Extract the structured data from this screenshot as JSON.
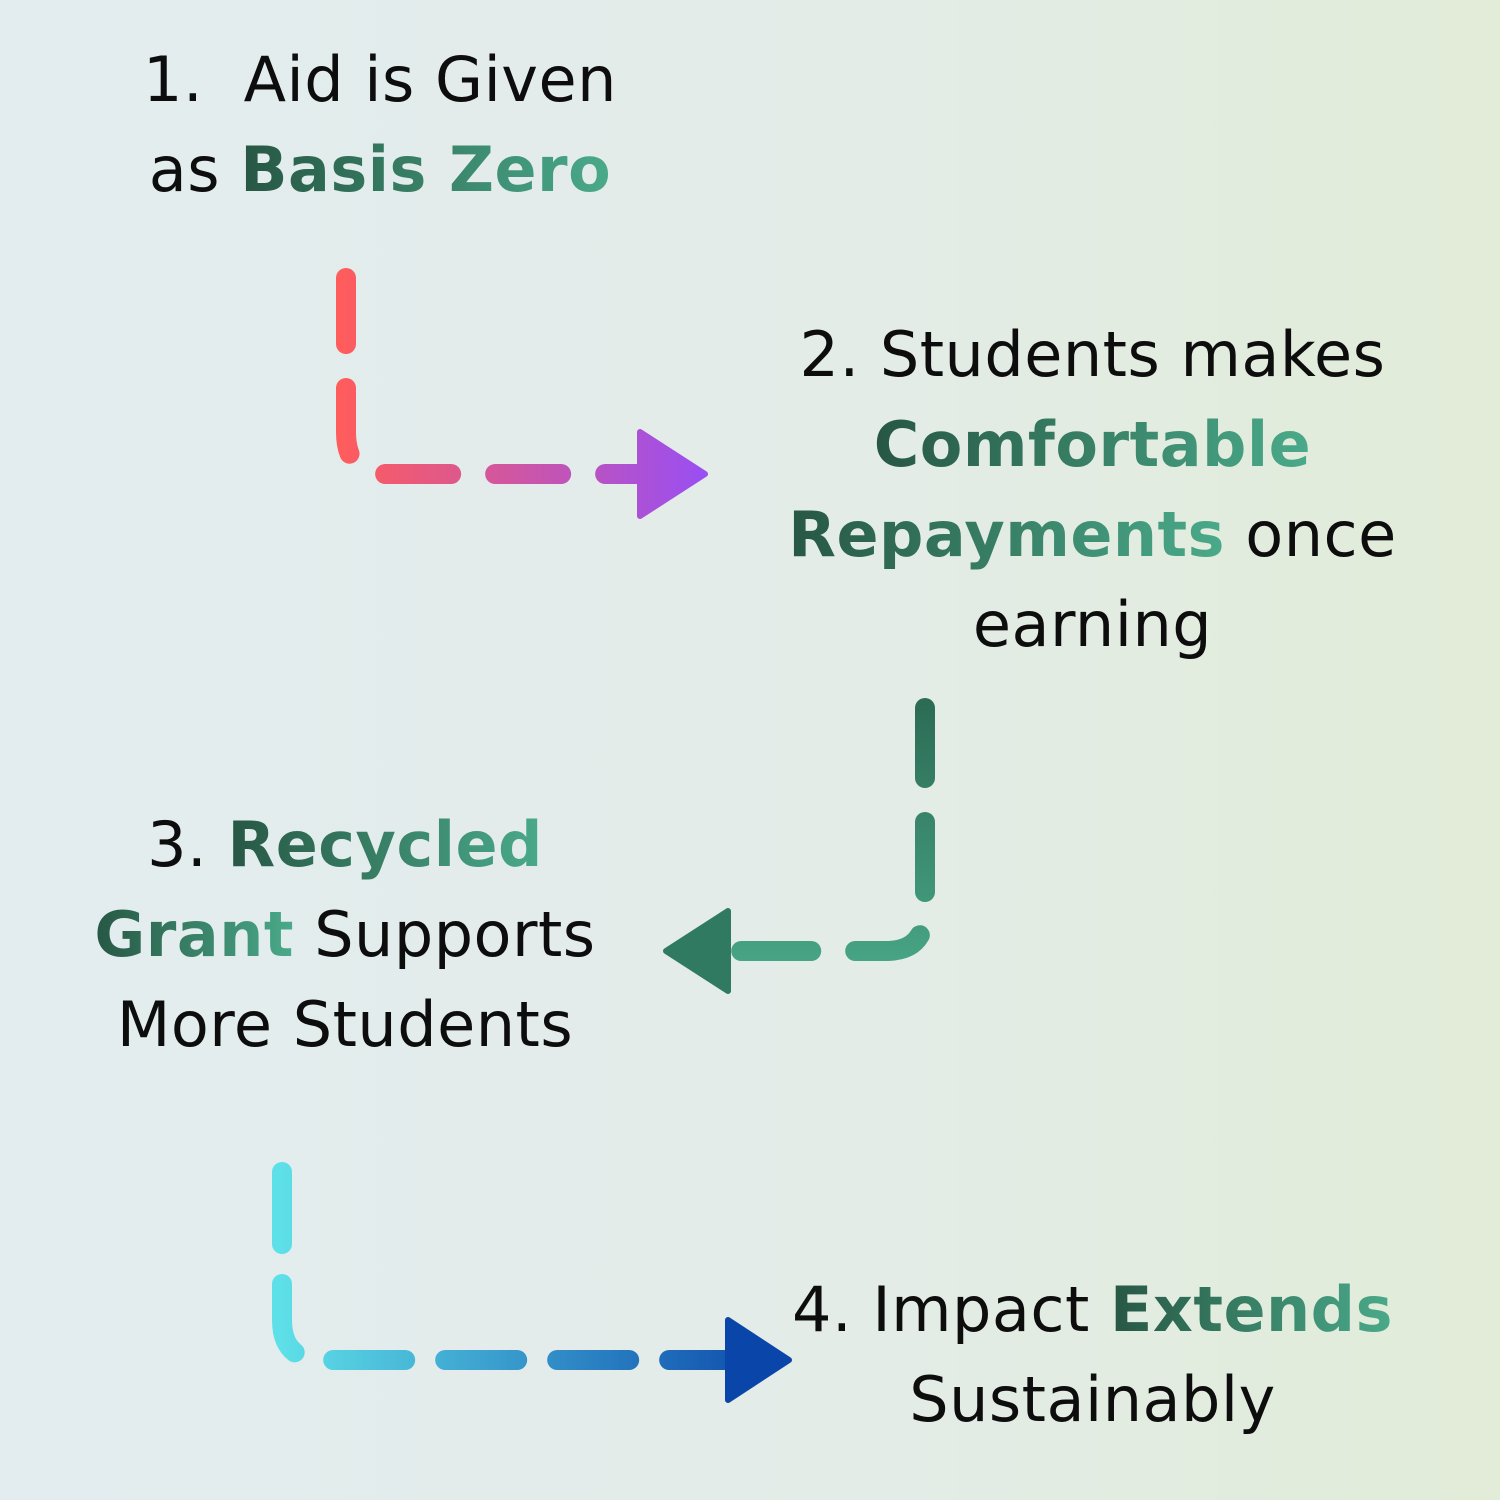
{
  "steps": [
    {
      "lines": [
        {
          "parts": [
            {
              "text": "1.  Aid is Given",
              "hl": false
            }
          ]
        },
        {
          "parts": [
            {
              "text": "as ",
              "hl": false
            },
            {
              "text": "Basis Zero",
              "hl": true
            }
          ]
        }
      ]
    },
    {
      "lines": [
        {
          "parts": [
            {
              "text": "2. Students makes",
              "hl": false
            }
          ]
        },
        {
          "parts": [
            {
              "text": "Comfortable",
              "hl": true
            }
          ]
        },
        {
          "parts": [
            {
              "text": "Repayments",
              "hl": true
            },
            {
              "text": " once",
              "hl": false
            }
          ]
        },
        {
          "parts": [
            {
              "text": "earning",
              "hl": false
            }
          ]
        }
      ]
    },
    {
      "lines": [
        {
          "parts": [
            {
              "text": "3. ",
              "hl": false
            },
            {
              "text": "Recycled",
              "hl": true
            }
          ]
        },
        {
          "parts": [
            {
              "text": "Grant",
              "hl": true
            },
            {
              "text": " Supports",
              "hl": false
            }
          ]
        },
        {
          "parts": [
            {
              "text": "More Students",
              "hl": false
            }
          ]
        }
      ]
    },
    {
      "lines": [
        {
          "parts": [
            {
              "text": "4. Impact ",
              "hl": false
            },
            {
              "text": "Extends",
              "hl": true
            }
          ]
        },
        {
          "parts": [
            {
              "text": "Sustainably",
              "hl": false
            }
          ]
        }
      ]
    }
  ],
  "colors": {
    "text": "#0d0d0d",
    "highlight_dark": "#275744",
    "highlight_light": "#4aaa8a",
    "arrow1": [
      "#ff5c5c",
      "#9b4ff0"
    ],
    "arrow2": [
      "#4aaa8a",
      "#2c6b55"
    ],
    "arrow3": [
      "#5ee0e8",
      "#0a45aa"
    ]
  }
}
